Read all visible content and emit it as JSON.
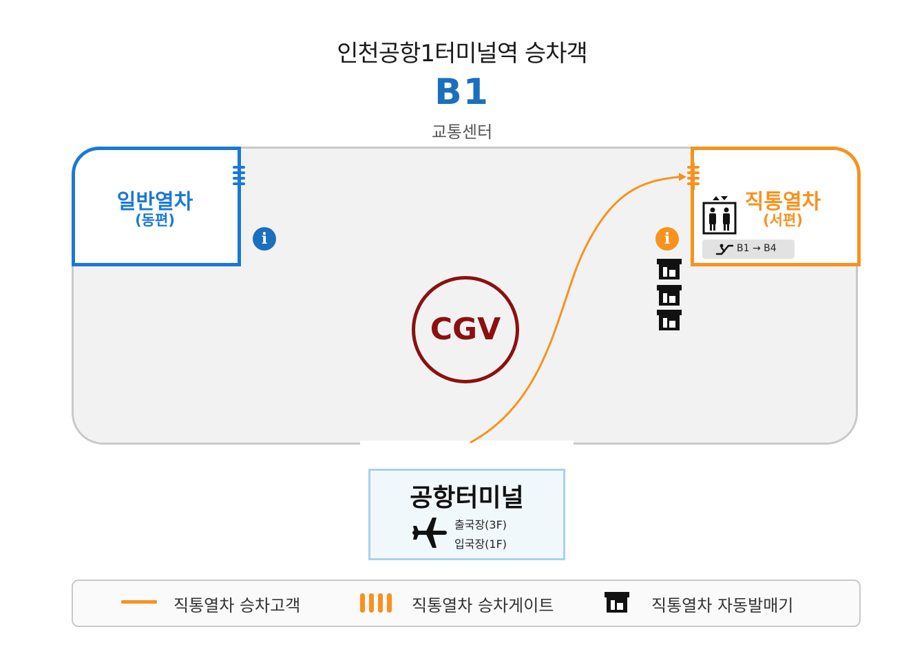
{
  "header": {
    "title": "인천공항1터미널역 승차객",
    "floor": "B1",
    "subtitle": "교통센터"
  },
  "colors": {
    "general": "#1b78d6",
    "express": "#f7921e",
    "cgv": "#8c1010",
    "terminal_border": "#a9d2e8"
  },
  "areas": {
    "general_train": {
      "name": "일반열차",
      "direction": "(동편)"
    },
    "express_train": {
      "name": "직통열차",
      "direction": "(서편)",
      "escalator": "B1 → B4"
    },
    "cgv": "CGV",
    "terminal": {
      "name": "공항터미널",
      "departures": "출국장(3F)",
      "arrivals": "입국장(1F)"
    }
  },
  "icons": {
    "info": "i",
    "elevator": "elevator-icon",
    "escalator": "escalator-icon",
    "ticket_machine": "ticket-machine-icon",
    "airplane": "airplane-icon"
  },
  "legend": {
    "path": "직통열차 승차고객",
    "gate": "직통열차 승차게이트",
    "ticket_machine": "직통열차 자동발매기"
  }
}
